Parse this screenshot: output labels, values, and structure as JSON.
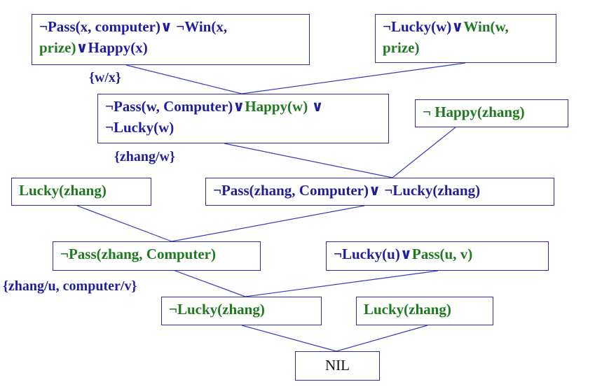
{
  "nodes": {
    "n1": {
      "line1": [
        {
          "t": "¬Pass(x, computer)∨ ¬Win(x,",
          "c": "b"
        }
      ],
      "line2": [
        {
          "t": "prize)",
          "c": "g"
        },
        {
          "t": "∨Happy(x)",
          "c": "b"
        }
      ]
    },
    "n2": {
      "line1": [
        {
          "t": "¬Lucky(w)∨",
          "c": "b"
        },
        {
          "t": "Win(w,",
          "c": "g"
        }
      ],
      "line2": [
        {
          "t": "prize)",
          "c": "g"
        }
      ]
    },
    "n3": {
      "line1": [
        {
          "t": "¬Pass(w, Computer)∨",
          "c": "b"
        },
        {
          "t": "Happy(w)",
          "c": "g"
        },
        {
          "t": " ∨",
          "c": "b"
        }
      ],
      "line2": [
        {
          "t": "¬Lucky(w)",
          "c": "b"
        }
      ]
    },
    "n4": {
      "line1": [
        {
          "t": "¬ Happy(zhang)",
          "c": "g"
        }
      ]
    },
    "n5": {
      "line1": [
        {
          "t": "Lucky(zhang)",
          "c": "g"
        }
      ]
    },
    "n6": {
      "line1": [
        {
          "t": "¬Pass(zhang, Computer)∨ ¬Lucky(zhang)",
          "c": "b"
        }
      ]
    },
    "n7": {
      "line1": [
        {
          "t": "¬Pass(zhang, Computer)",
          "c": "g"
        }
      ]
    },
    "n8": {
      "line1": [
        {
          "t": "¬Lucky(u)∨",
          "c": "b"
        },
        {
          "t": "Pass(u, v)",
          "c": "g"
        }
      ]
    },
    "n9": {
      "line1": [
        {
          "t": "¬Lucky(zhang)",
          "c": "g"
        }
      ]
    },
    "n10": {
      "line1": [
        {
          "t": "Lucky(zhang)",
          "c": "g"
        }
      ]
    },
    "n11": {
      "line1": [
        {
          "t": "NIL",
          "c": "k"
        }
      ]
    }
  },
  "substitutions": {
    "s1": "{w/x}",
    "s2": "{zhang/w}",
    "s3": "{zhang/u, computer/v}"
  },
  "colors": {
    "blue": "#1f1f9e",
    "green": "#1f7a1f",
    "edge": "#3a3ac0"
  }
}
